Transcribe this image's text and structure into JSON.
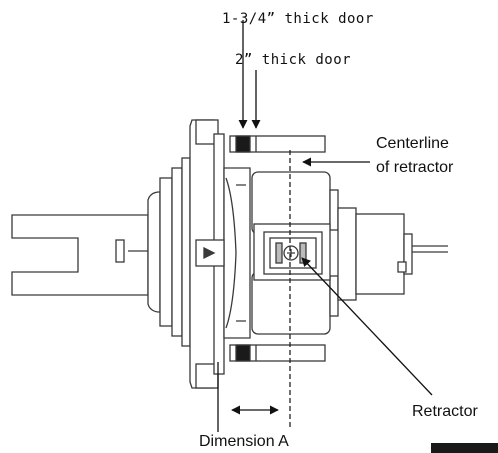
{
  "labels": {
    "door_1_3_4": "1-3/4” thick door",
    "door_2": "2” thick door",
    "centerline": "Centerline",
    "of_retractor": "of retractor",
    "retractor": "Retractor",
    "dimension_a": "Dimension A"
  },
  "colors": {
    "line": "#3a3a3a",
    "fill": "#ffffff",
    "dark": "#1a1a1a",
    "dash": "#222222"
  }
}
